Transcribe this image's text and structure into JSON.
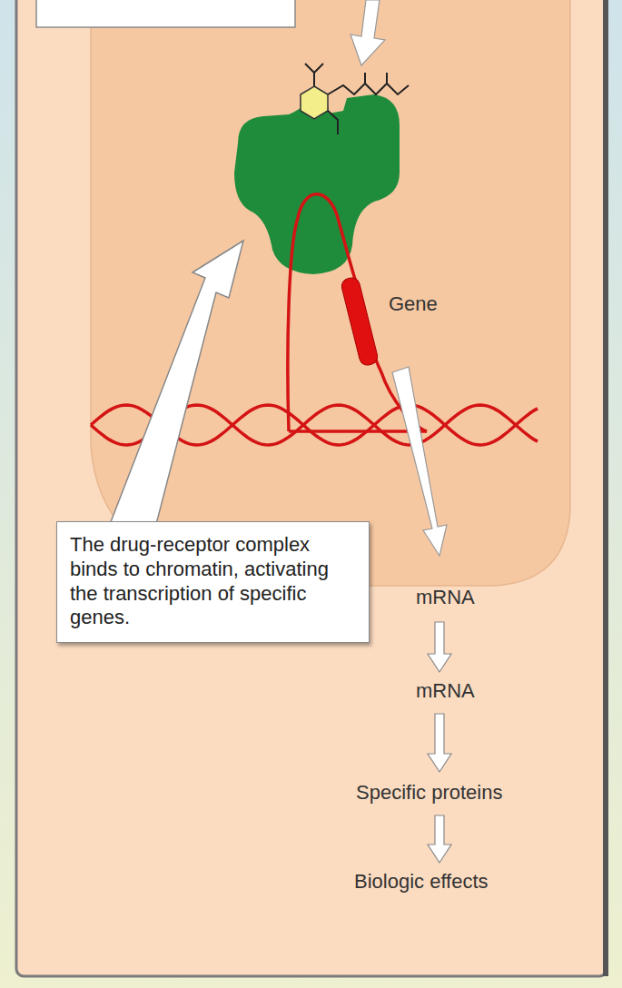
{
  "diagram": {
    "nodes": [
      {
        "text": [
          "The drug-receptor complex binds to chromatin, activating the transcription of specific genes."
        ]
      }
    ],
    "labels": [
      "Gene",
      "mRNA",
      "mRNA",
      "Specific proteins",
      "Biologic effects"
    ]
  }
}
